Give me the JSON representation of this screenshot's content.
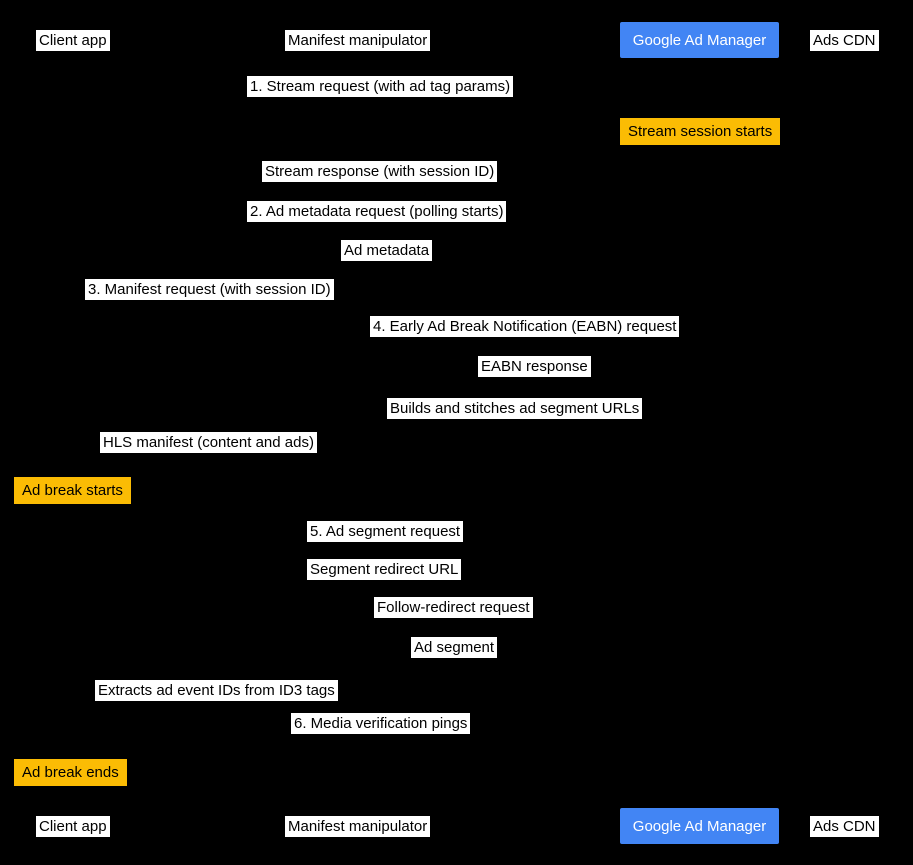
{
  "diagram": {
    "type": "sequence-diagram",
    "participants": {
      "client_app": "Client app",
      "manifest_manipulator": "Manifest manipulator",
      "google_ad_manager": "Google Ad Manager",
      "ads_cdn": "Ads CDN"
    },
    "messages": {
      "stream_request": "1. Stream request (with ad tag params)",
      "stream_response": "Stream response (with session ID)",
      "ad_metadata_request": "2. Ad metadata request (polling starts)",
      "ad_metadata": "Ad metadata",
      "manifest_request": "3. Manifest request (with session ID)",
      "eabn_request": "4. Early Ad Break Notification (EABN) request",
      "eabn_response": "EABN response",
      "builds_stitches": "Builds and stitches ad segment URLs",
      "hls_manifest": "HLS manifest (content and ads)",
      "ad_segment_request": "5. Ad segment request",
      "segment_redirect_url": "Segment redirect URL",
      "follow_redirect_request": "Follow-redirect request",
      "ad_segment": "Ad segment",
      "extracts_id3": "Extracts ad event IDs from ID3 tags",
      "media_verification_pings": "6. Media verification pings"
    },
    "notes": {
      "stream_session_starts": "Stream session starts",
      "ad_break_starts": "Ad break starts",
      "ad_break_ends": "Ad break ends"
    },
    "colors": {
      "background": "#000000",
      "label_bg": "#ffffff",
      "label_text": "#000000",
      "actor_bg": "#4285f4",
      "actor_text": "#ffffff",
      "note_bg": "#fbbc04",
      "note_text": "#000000"
    }
  }
}
